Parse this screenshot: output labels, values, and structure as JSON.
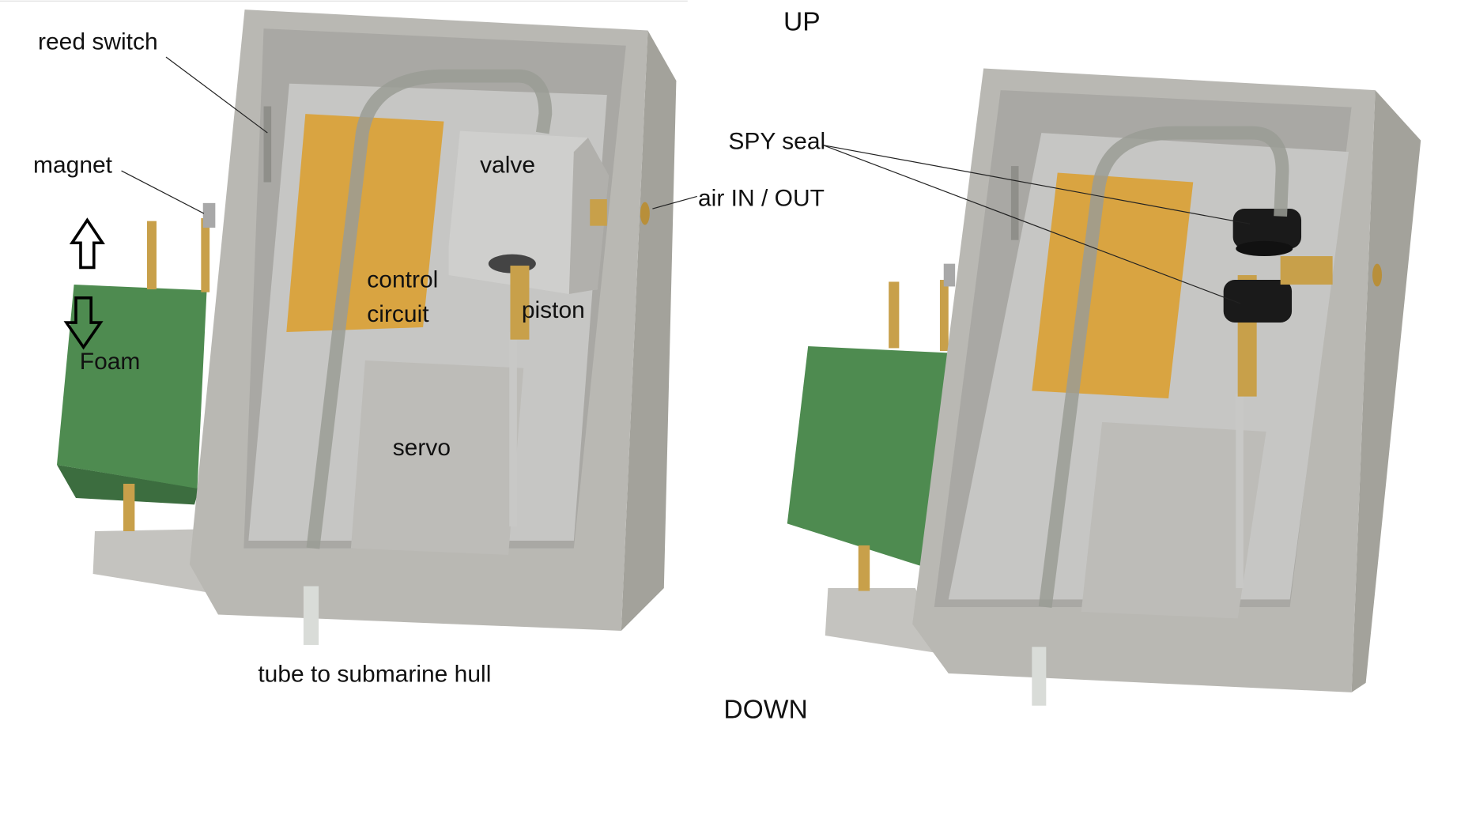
{
  "labels": {
    "reed_switch": "reed switch",
    "magnet": "magnet",
    "valve": "valve",
    "air_in_out": "air IN / OUT",
    "control": "control",
    "circuit": "circuit",
    "piston": "piston",
    "foam": "Foam",
    "servo": "servo",
    "tube": "tube to submarine hull",
    "up": "UP",
    "down": "DOWN",
    "spy_seal": "SPY seal"
  },
  "colors": {
    "box": "#b9b8b3",
    "box_side": "#a3a29b",
    "floor": "#c6c6c4",
    "board": "#d9a441",
    "foam": "#4e8b50",
    "foam_side": "#3c6d3f",
    "brass": "#c8a04a",
    "seal": "#1a1a1a"
  }
}
